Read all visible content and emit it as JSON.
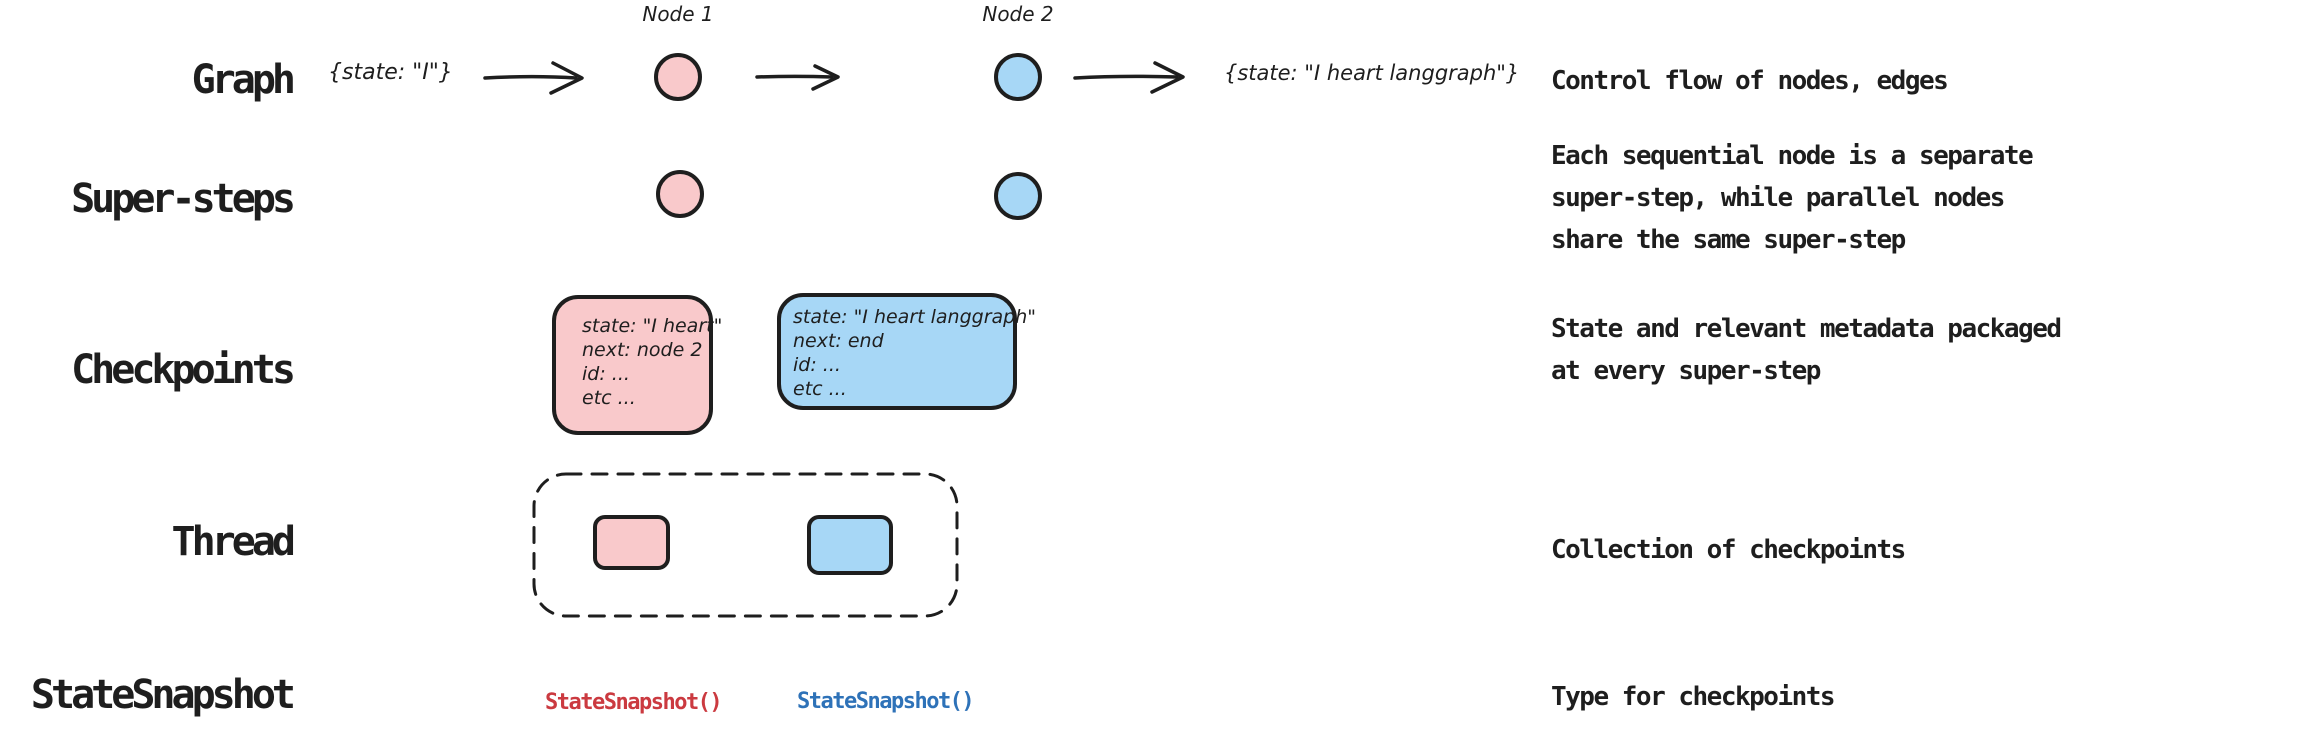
{
  "colors": {
    "ink": "#1e1e1e",
    "node_pink": "#f9c9cb",
    "node_blue": "#a7d7f6",
    "code_red": "#cb3a40",
    "code_blue": "#2e72b8"
  },
  "rows": {
    "graph": {
      "label": "Graph",
      "input_state": "{state: \"I\"}",
      "node1_label": "Node 1",
      "node2_label": "Node 2",
      "output_state": "{state: \"I heart langgraph\"}",
      "description": "Control flow of nodes, edges"
    },
    "super_steps": {
      "label": "Super-steps",
      "description_line1": "Each sequential node is a separate",
      "description_line2": "super-step, while parallel nodes",
      "description_line3": "share the same super-step"
    },
    "checkpoints": {
      "label": "Checkpoints",
      "pink_card": {
        "line1": "state: \"I heart\"",
        "line2": "next: node 2",
        "line3": "id: ...",
        "line4": "etc ..."
      },
      "blue_card": {
        "line1": "state: \"I heart langgraph\"",
        "line2": "next: end",
        "line3": "id: ...",
        "line4": "etc ..."
      },
      "description_line1": "State and relevant metadata packaged",
      "description_line2": "at every super-step"
    },
    "thread": {
      "label": "Thread",
      "description": "Collection of checkpoints"
    },
    "state_snapshot": {
      "label": "StateSnapshot",
      "pink_code": "StateSnapshot()",
      "blue_code": "StateSnapshot()",
      "description": "Type for checkpoints"
    }
  }
}
